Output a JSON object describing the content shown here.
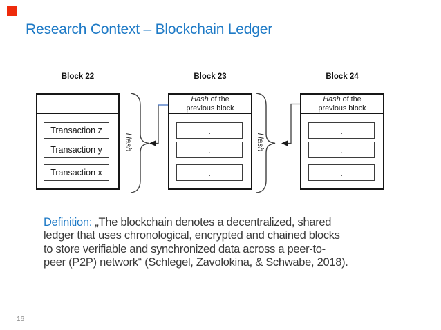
{
  "slide": {
    "title": "Research Context – Blockchain Ledger",
    "page_number": "16"
  },
  "colors": {
    "accent_blue": "#1e7ac6",
    "connector_blue": "#4472c4",
    "connector_gray": "#3f3f3f",
    "border_black": "#161616",
    "body_text": "#3a3a3a",
    "footer_gray": "#8a8a8a",
    "red_square": "#ee2b0c"
  },
  "diagram": {
    "dot": ".",
    "hash_brace_label": "Hash",
    "header": {
      "hash_italic": "Hash",
      "line1_rest": " of the",
      "line2": "previous block"
    },
    "blocks": [
      {
        "label": "Block 22",
        "transactions": [
          "Transaction z",
          "Transaction y",
          "Transaction x"
        ]
      },
      {
        "label": "Block 23"
      },
      {
        "label": "Block 24"
      }
    ]
  },
  "definition": {
    "label": "Definition:",
    "lines": [
      " „The blockchain denotes a decentralized, shared",
      "ledger that uses chronological, encrypted and chained blocks",
      "to store verifiable and synchronized data across a peer-to-",
      "peer (P2P) network“ (Schlegel, Zavolokina, & Schwabe, 2018)."
    ]
  }
}
